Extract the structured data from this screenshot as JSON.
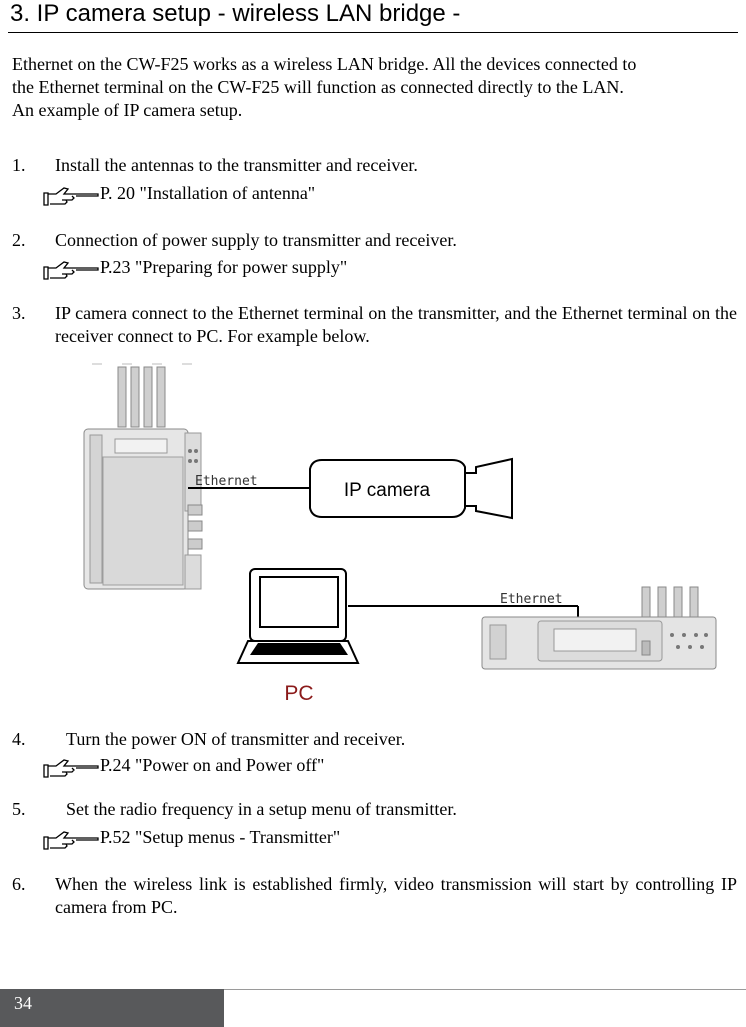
{
  "heading": "3.   IP camera setup - wireless LAN bridge -",
  "intro": [
    "Ethernet on the CW-F25 works as a wireless LAN bridge. All the devices connected to",
    "the Ethernet terminal on the CW-F25 will function as connected directly to the LAN.",
    "An example of IP camera setup."
  ],
  "steps": [
    {
      "num": "1.",
      "text": "Install the antennas to the transmitter and receiver.",
      "ref": "P. 20 \"Installation of antenna\""
    },
    {
      "num": "2.",
      "text": "Connection of power supply to transmitter and receiver.",
      "ref": "P.23 \"Preparing for power supply\""
    },
    {
      "num": "3.",
      "text": "IP camera connect to the Ethernet terminal on the transmitter, and the Ethernet terminal on the receiver connect to PC. For example below."
    },
    {
      "num": "4.",
      "text": "Turn the power ON of transmitter and receiver.",
      "ref": "P.24 \"Power on and Power off\""
    },
    {
      "num": "5.",
      "text": "Set the radio frequency in a setup menu of transmitter.",
      "ref": "P.52 \"Setup menus - Transmitter\""
    },
    {
      "num": "6.",
      "text": "When the wireless link is established firmly, video transmission will start by controlling IP camera from PC."
    }
  ],
  "diagram": {
    "ethernet_label_1": "Ethernet",
    "ethernet_label_2": "Ethernet",
    "ip_camera_label": "IP camera",
    "pc_label": "PC",
    "icons": [
      "transmitter-device",
      "ip-camera-icon",
      "laptop-icon",
      "receiver-device",
      "pointing-hand-icon"
    ],
    "colors": {
      "pc_label": "#8b1a1a",
      "footer": "#58595b"
    }
  },
  "footer": {
    "page_number": "34"
  }
}
